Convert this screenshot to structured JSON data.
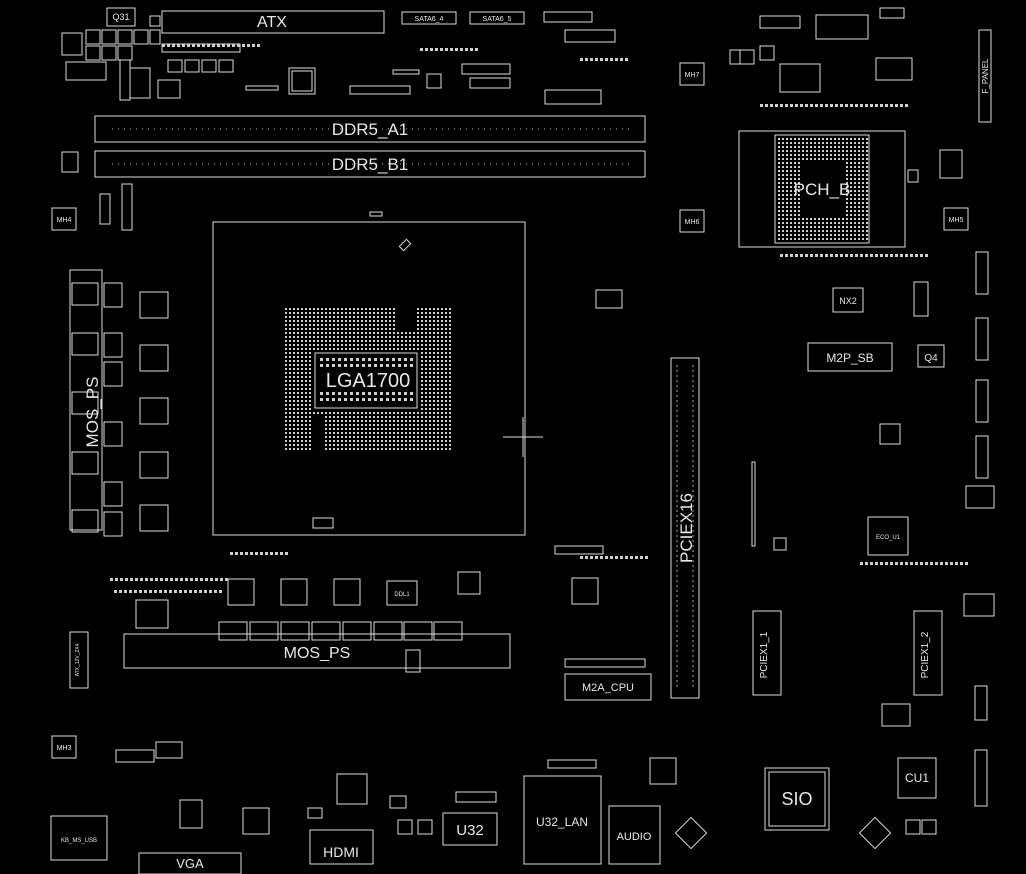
{
  "labels": {
    "q31": "Q31",
    "atx": "ATX",
    "sata4": "SATA6_4",
    "sata5": "SATA6_5",
    "ddr_a1": "DDR5_A1",
    "ddr_b1": "DDR5_B1",
    "pch": "PCH_B",
    "mh7": "MH7",
    "mh6": "MH6",
    "mh5": "MH5",
    "mh4": "MH4",
    "mh3": "MH3",
    "f_panel": "F_PANEL",
    "lga": "LGA1700",
    "pciex16": "PCIEX16",
    "m2p_sb": "M2P_SB",
    "q4": "Q4",
    "nx2": "NX2",
    "mos": "MOS_PS",
    "mos2": "MOS_PS",
    "m2a_cpu": "M2A_CPU",
    "pciex1_1": "PCIEX1_1",
    "pciex1_2": "PCIEX1_2",
    "sio": "SIO",
    "cu1": "CU1",
    "u32": "U32",
    "u32_lan": "U32_LAN",
    "audio": "AUDIO",
    "hdmi": "HDMI",
    "vga": "VGA",
    "kb": "KB_MS_USB",
    "atx_12v": "ATX_12V_2X4",
    "ddl1": "DDL1",
    "ec_u1": "ECO_U1"
  }
}
